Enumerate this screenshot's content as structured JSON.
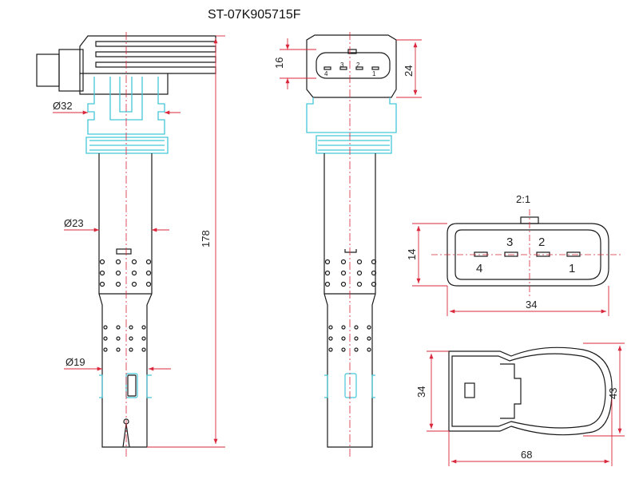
{
  "title": "ST-07K905715F",
  "colors": {
    "outline": "#1a1a1a",
    "highlight": "#44c6d8",
    "dimension": "#d9273b",
    "centerline": "#d9273b"
  },
  "dimensions": {
    "d32": "Ø32",
    "d23": "Ø23",
    "d19": "Ø19",
    "length": "178",
    "conn_h16": "16",
    "conn_h24": "24",
    "scale": "2:1",
    "plug_h14": "14",
    "plug_w34": "34",
    "base_h34": "34",
    "base_h43": "43",
    "base_w68": "68"
  },
  "pins": [
    "4",
    "3",
    "2",
    "1"
  ]
}
